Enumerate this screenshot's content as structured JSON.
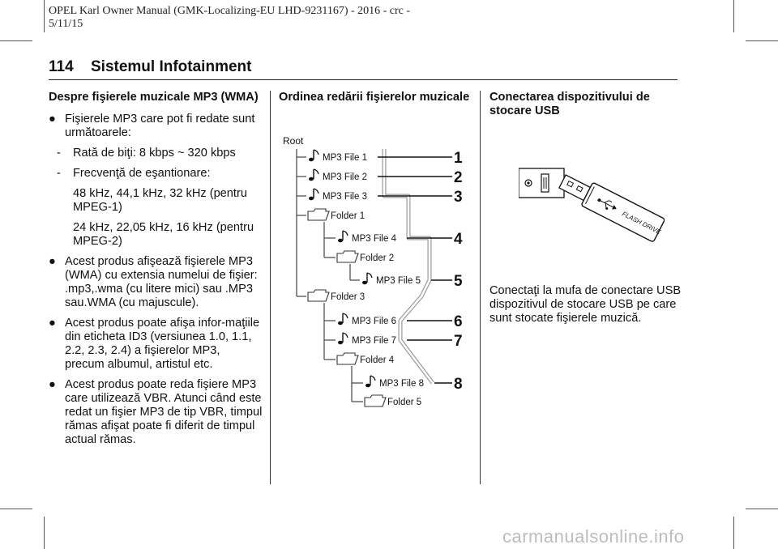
{
  "header": {
    "meta_line1": "OPEL Karl Owner Manual (GMK-Localizing-EU LHD-9231167) - 2016 - crc -",
    "meta_line2": "5/11/15",
    "page_number": "114",
    "section_title": "Sistemul Infotainment"
  },
  "col1": {
    "heading": "Despre fişierele muzicale MP3 (WMA)",
    "bullet_mark": "●",
    "b1": "Fişierele MP3 care pot fi redate sunt următoarele:",
    "d1": "Rată de biţi: 8 kbps ~ 320 kbps",
    "d2": "Frecvenţă de eşantionare:",
    "d2_p1": "48 kHz, 44,1 kHz, 32 kHz (pentru MPEG-1)",
    "d2_p2": "24 kHz, 22,05 kHz, 16 kHz (pentru MPEG-2)",
    "dash_mark": "-",
    "b2": "Acest produs afişează fişierele MP3 (WMA) cu extensia numelui de fişier: .mp3,.wma (cu litere mici) sau .MP3 sau.WMA (cu majuscule).",
    "b3": "Acest produs poate afişa infor-maţiile din eticheta ID3 (versiunea 1.0, 1.1, 2.2, 2.3, 2.4) a fişierelor MP3, precum albumul, artistul etc.",
    "b4": "Acest produs poate reda fişiere MP3 care utilizează VBR. Atunci când este redat un fişier MP3 de tip VBR, timpul rămas afişat poate fi diferit de timpul actual rămas."
  },
  "col2": {
    "heading": "Ordinea redării fişierelor muzicale",
    "diagram": {
      "root_label": "Root",
      "nodes": [
        {
          "type": "file",
          "label": "MP3 File 1",
          "order": "1"
        },
        {
          "type": "file",
          "label": "MP3 File 2",
          "order": "2"
        },
        {
          "type": "file",
          "label": "MP3 File 3",
          "order": "3"
        },
        {
          "type": "folder",
          "label": "Folder 1"
        },
        {
          "type": "file",
          "label": "MP3 File 4",
          "order": "4"
        },
        {
          "type": "folder",
          "label": "Folder 2"
        },
        {
          "type": "file",
          "label": "MP3 File 5",
          "order": "5"
        },
        {
          "type": "folder",
          "label": "Folder 3"
        },
        {
          "type": "file",
          "label": "MP3 File 6",
          "order": "6"
        },
        {
          "type": "file",
          "label": "MP3 File 7",
          "order": "7"
        },
        {
          "type": "folder",
          "label": "Folder 4"
        },
        {
          "type": "file",
          "label": "MP3 File 8",
          "order": "8"
        },
        {
          "type": "folder",
          "label": "Folder 5"
        }
      ]
    }
  },
  "col3": {
    "heading": "Conectarea dispozitivului de stocare USB",
    "usb_label": "FLASH DRIVE",
    "text": "Conectaţi la mufa de conectare USB dispozitivul de stocare USB pe care sunt stocate fişierele muzică."
  },
  "watermark": "carmanualsonline.info"
}
